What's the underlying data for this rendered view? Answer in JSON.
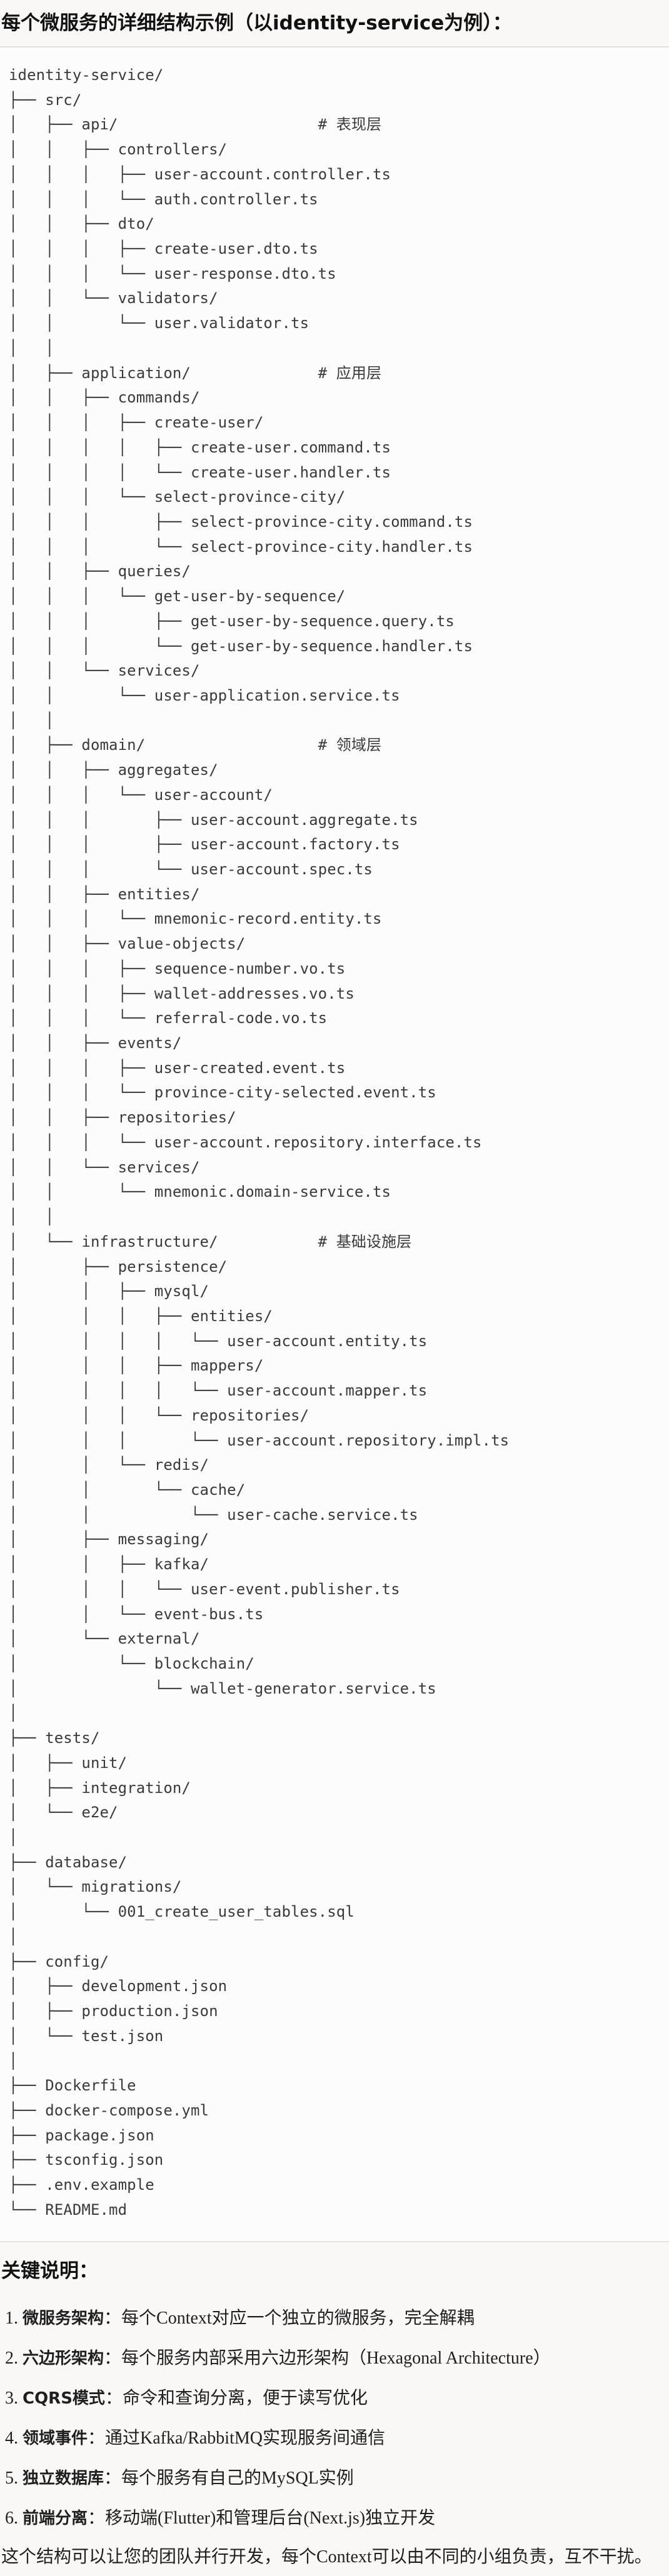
{
  "title": "每个微服务的详细结构示例（以identity-service为例）：",
  "tree_lines": [
    "identity-service/",
    "├── src/",
    "│   ├── api/                      # 表现层",
    "│   │   ├── controllers/",
    "│   │   │   ├── user-account.controller.ts",
    "│   │   │   └── auth.controller.ts",
    "│   │   ├── dto/",
    "│   │   │   ├── create-user.dto.ts",
    "│   │   │   └── user-response.dto.ts",
    "│   │   └── validators/",
    "│   │       └── user.validator.ts",
    "│   │",
    "│   ├── application/              # 应用层",
    "│   │   ├── commands/",
    "│   │   │   ├── create-user/",
    "│   │   │   │   ├── create-user.command.ts",
    "│   │   │   │   └── create-user.handler.ts",
    "│   │   │   └── select-province-city/",
    "│   │   │       ├── select-province-city.command.ts",
    "│   │   │       └── select-province-city.handler.ts",
    "│   │   ├── queries/",
    "│   │   │   └── get-user-by-sequence/",
    "│   │   │       ├── get-user-by-sequence.query.ts",
    "│   │   │       └── get-user-by-sequence.handler.ts",
    "│   │   └── services/",
    "│   │       └── user-application.service.ts",
    "│   │",
    "│   ├── domain/                   # 领域层",
    "│   │   ├── aggregates/",
    "│   │   │   └── user-account/",
    "│   │   │       ├── user-account.aggregate.ts",
    "│   │   │       ├── user-account.factory.ts",
    "│   │   │       └── user-account.spec.ts",
    "│   │   ├── entities/",
    "│   │   │   └── mnemonic-record.entity.ts",
    "│   │   ├── value-objects/",
    "│   │   │   ├── sequence-number.vo.ts",
    "│   │   │   ├── wallet-addresses.vo.ts",
    "│   │   │   └── referral-code.vo.ts",
    "│   │   ├── events/",
    "│   │   │   ├── user-created.event.ts",
    "│   │   │   └── province-city-selected.event.ts",
    "│   │   ├── repositories/",
    "│   │   │   └── user-account.repository.interface.ts",
    "│   │   └── services/",
    "│   │       └── mnemonic.domain-service.ts",
    "│   │",
    "│   └── infrastructure/           # 基础设施层",
    "│       ├── persistence/",
    "│       │   ├── mysql/",
    "│       │   │   ├── entities/",
    "│       │   │   │   └── user-account.entity.ts",
    "│       │   │   ├── mappers/",
    "│       │   │   │   └── user-account.mapper.ts",
    "│       │   │   └── repositories/",
    "│       │   │       └── user-account.repository.impl.ts",
    "│       │   └── redis/",
    "│       │       └── cache/",
    "│       │           └── user-cache.service.ts",
    "│       ├── messaging/",
    "│       │   ├── kafka/",
    "│       │   │   └── user-event.publisher.ts",
    "│       │   └── event-bus.ts",
    "│       └── external/",
    "│           └── blockchain/",
    "│               └── wallet-generator.service.ts",
    "│",
    "├── tests/",
    "│   ├── unit/",
    "│   ├── integration/",
    "│   └── e2e/",
    "│",
    "├── database/",
    "│   └── migrations/",
    "│       └── 001_create_user_tables.sql",
    "│",
    "├── config/",
    "│   ├── development.json",
    "│   ├── production.json",
    "│   └── test.json",
    "│",
    "├── Dockerfile",
    "├── docker-compose.yml",
    "├── package.json",
    "├── tsconfig.json",
    "├── .env.example",
    "└── README.md"
  ],
  "notes": {
    "heading": "关键说明：",
    "items": [
      {
        "num": "1. ",
        "label": "微服务架构",
        "text": "：每个Context对应一个独立的微服务，完全解耦"
      },
      {
        "num": "2. ",
        "label": "六边形架构",
        "text": "：每个服务内部采用六边形架构（Hexagonal Architecture）"
      },
      {
        "num": "3. ",
        "label": "CQRS模式",
        "text": "：命令和查询分离，便于读写优化"
      },
      {
        "num": "4. ",
        "label": "领域事件",
        "text": "：通过Kafka/RabbitMQ实现服务间通信"
      },
      {
        "num": "5. ",
        "label": "独立数据库",
        "text": "：每个服务有自己的MySQL实例"
      },
      {
        "num": "6. ",
        "label": "前端分离",
        "text": "：移动端(Flutter)和管理后台(Next.js)独立开发"
      }
    ],
    "summary": "这个结构可以让您的团队并行开发，每个Context可以由不同的小组负责，互不干扰。"
  }
}
